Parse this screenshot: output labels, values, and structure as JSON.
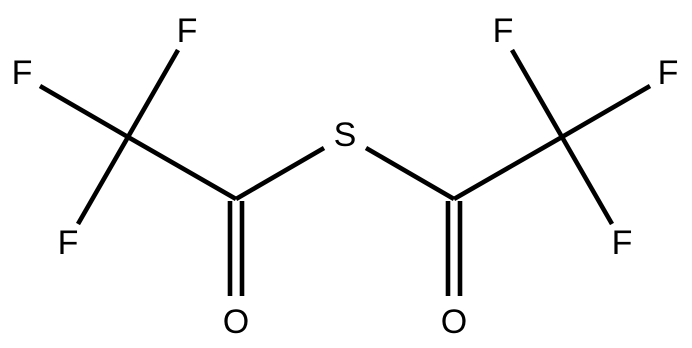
{
  "molecule": {
    "atoms": {
      "f1": "F",
      "f2": "F",
      "f3": "F",
      "s": "S",
      "f4": "F",
      "f5": "F",
      "f6": "F",
      "o1": "O",
      "o2": "O"
    }
  }
}
